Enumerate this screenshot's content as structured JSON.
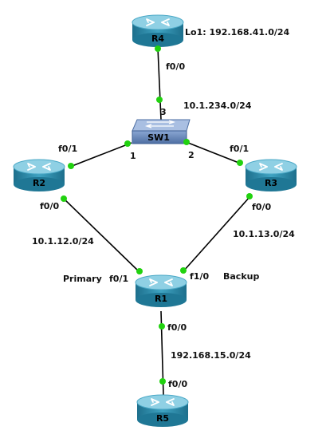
{
  "devices": {
    "r4": {
      "name": "R4",
      "loopback": "Lo1: 192.168.41.0/24"
    },
    "sw1": {
      "name": "SW1"
    },
    "r2": {
      "name": "R2"
    },
    "r3": {
      "name": "R3"
    },
    "r1": {
      "name": "R1"
    },
    "r5": {
      "name": "R5"
    }
  },
  "links": {
    "r4_sw1": {
      "network": "10.1.234.0/24",
      "r4_port": "f0/0",
      "sw1_port": "3"
    },
    "sw1_r2": {
      "sw1_port": "1",
      "r2_port": "f0/1"
    },
    "sw1_r3": {
      "sw1_port": "2",
      "r3_port": "f0/1"
    },
    "r2_r1": {
      "network": "10.1.12.0/24",
      "r2_port": "f0/0",
      "r1_port": "f0/1",
      "role": "Primary"
    },
    "r3_r1": {
      "network": "10.1.13.0/24",
      "r3_port": "f0/0",
      "r1_port": "f1/0",
      "role": "Backup"
    },
    "r1_r5": {
      "network": "192.168.15.0/24",
      "r1_port": "f0/0",
      "r5_port": "f0/0"
    }
  },
  "colors": {
    "port_dot": "#21d20f",
    "router_body": "#2f8fae",
    "router_top": "#7cc6dc",
    "switch_body": "#6f8ec0"
  }
}
